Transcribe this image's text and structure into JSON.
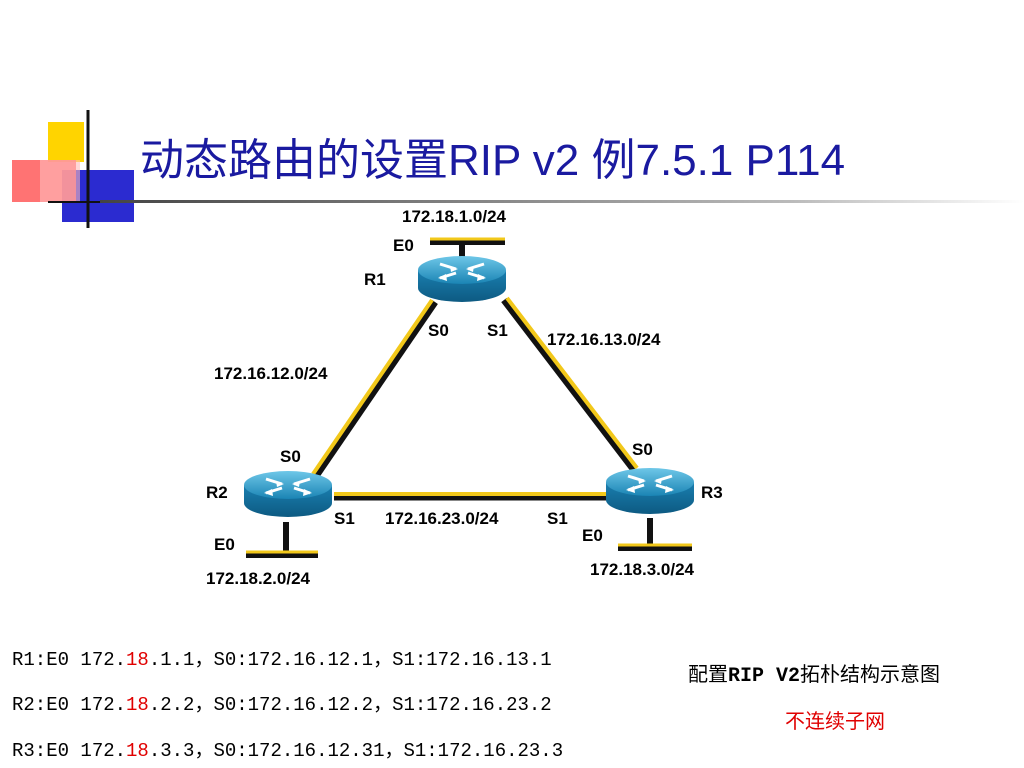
{
  "title": {
    "cjk": "动态路由的设置",
    "latin": "RIP v2 例7.5.1 P114"
  },
  "routers": [
    {
      "name": "R1"
    },
    {
      "name": "R2"
    },
    {
      "name": "R3"
    }
  ],
  "labels": {
    "r1_e0_net": "172.18.1.0/24",
    "r1_e0": "E0",
    "r1_s0": "S0",
    "r1_s1": "S1",
    "net_12": "172.16.12.0/24",
    "net_13": "172.16.13.0/24",
    "net_23": "172.16.23.0/24",
    "r2_s0": "S0",
    "r2_s1": "S1",
    "r2_e0": "E0",
    "r2_e0_net": "172.18.2.0/24",
    "r3_s0": "S0",
    "r3_s1": "S1",
    "r3_e0": "E0",
    "r3_e0_net": "172.18.3.0/24"
  },
  "config_lines": [
    {
      "pre": "R1:E0 172.",
      "hl": "18",
      "post": ".1.1，S0:172.16.12.1，S1:172.16.13.1"
    },
    {
      "pre": "R2:E0 172.",
      "hl": "18",
      "post": ".2.2，S0:172.16.12.2，S1:172.16.23.2"
    },
    {
      "pre": "R3:E0 172.",
      "hl": "18",
      "post": ".3.3，S0:172.16.12.31，S1:172.16.23.3"
    }
  ],
  "caption": {
    "pre": "配置",
    "mono": "RIP V2",
    "post": "拓朴结构示意图"
  },
  "subcaption": "不连续子网",
  "colors": {
    "title": "#1a1aa0",
    "link": "#f2c81a",
    "router": "#1a84b4",
    "highlight": "#e00000"
  },
  "icons": [
    "router-icon"
  ]
}
